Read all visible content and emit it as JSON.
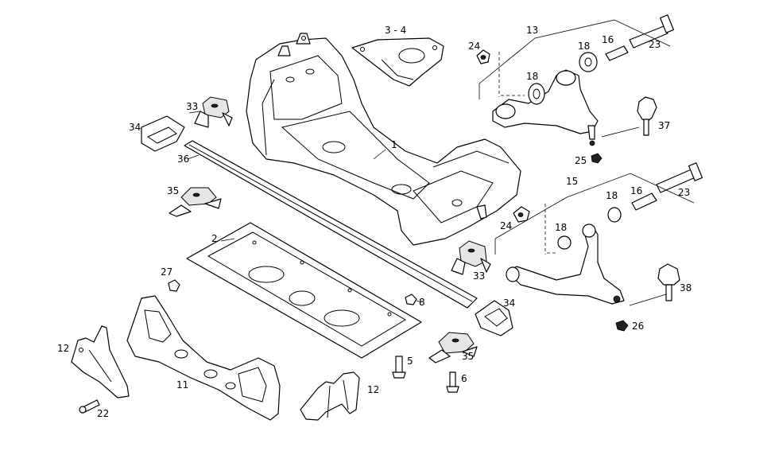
{
  "callouts": {
    "c1": "1",
    "c2": "2",
    "c3_4": "3 - 4",
    "c5": "5",
    "c6": "6",
    "c8": "8",
    "c11": "11",
    "c12a": "12",
    "c12b": "12",
    "c13": "13",
    "c15": "15",
    "c16a": "16",
    "c16b": "16",
    "c18a": "18",
    "c18b": "18",
    "c18c": "18",
    "c18d": "18",
    "c22": "22",
    "c23a": "23",
    "c23b": "23",
    "c24a": "24",
    "c24b": "24",
    "c25": "25",
    "c26": "26",
    "c27": "27",
    "c33a": "33",
    "c33b": "33",
    "c34a": "34",
    "c34b": "34",
    "c35a": "35",
    "c35b": "35",
    "c36": "36",
    "c37": "37",
    "c38": "38"
  }
}
